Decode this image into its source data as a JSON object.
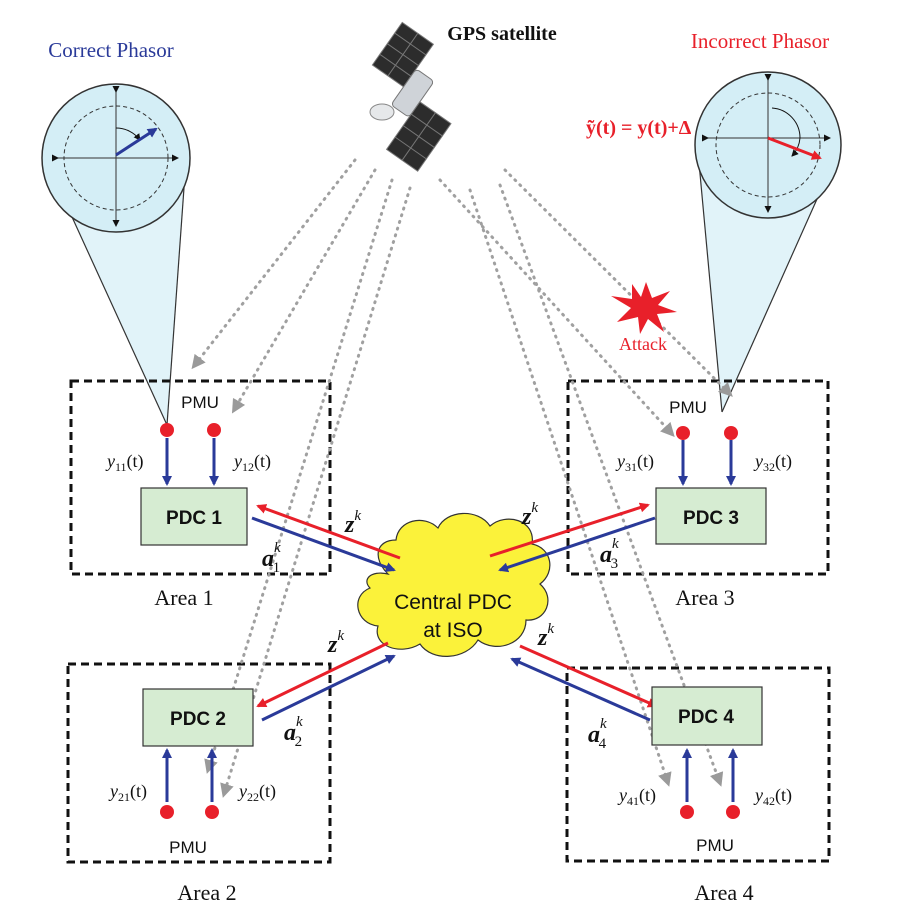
{
  "satellite": {
    "label": "GPS satellite"
  },
  "phasors": {
    "correct_label": "Correct Phasor",
    "incorrect_label": "Incorrect Phasor",
    "incorrect_formula": "ỹ(t) = y(t)+Δ"
  },
  "attack": {
    "label": "Attack"
  },
  "central": {
    "line1": "Central PDC",
    "line2": "at ISO"
  },
  "areas": [
    {
      "name": "Area 1",
      "pdc": "PDC 1",
      "pmu": "PMU",
      "sig_a": "11",
      "sig_b": "12",
      "msg_z": "z",
      "msg_a": "a",
      "msg_a_sub": "1"
    },
    {
      "name": "Area 2",
      "pdc": "PDC 2",
      "pmu": "PMU",
      "sig_a": "21",
      "sig_b": "22",
      "msg_z": "z",
      "msg_a": "a",
      "msg_a_sub": "2"
    },
    {
      "name": "Area 3",
      "pdc": "PDC 3",
      "pmu": "PMU",
      "sig_a": "31",
      "sig_b": "32",
      "msg_z": "z",
      "msg_a": "a",
      "msg_a_sub": "3"
    },
    {
      "name": "Area 4",
      "pdc": "PDC 4",
      "pmu": "PMU",
      "sig_a": "41",
      "sig_b": "42",
      "msg_z": "z",
      "msg_a": "a",
      "msg_a_sub": "4"
    }
  ],
  "symbols": {
    "y": "y",
    "t_paren": "(t)",
    "k": "k"
  },
  "colors": {
    "accent_blue": "#2a3a99",
    "accent_red": "#e8202a",
    "pdc_fill": "#d6ecd2",
    "cloud_fill": "#fbf23a",
    "lens_fill": "#d4eef6"
  }
}
